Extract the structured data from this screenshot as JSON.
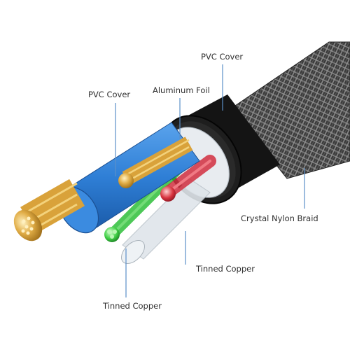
{
  "diagram": {
    "labels": {
      "pvc_cover_top": "PVC Cover",
      "pvc_cover_left": "PVC Cover",
      "aluminum_foil": "Aluminum Foil",
      "crystal_nylon_braid": "Crystal Nylon Braid",
      "tinned_copper_middle": "Tinned Copper",
      "tinned_copper_bottom": "Tinned Copper"
    },
    "colors": {
      "leader_line": "#5b8fc9",
      "braid_dark": "#2a2a2a",
      "jacket_black": "#111111",
      "blue_insulation": "#2f7fd6",
      "copper_gold": "#d9a23a",
      "red_core": "#d23040",
      "green_core": "#2fbf3a",
      "clear_insulation": "#c9cfd6"
    }
  }
}
